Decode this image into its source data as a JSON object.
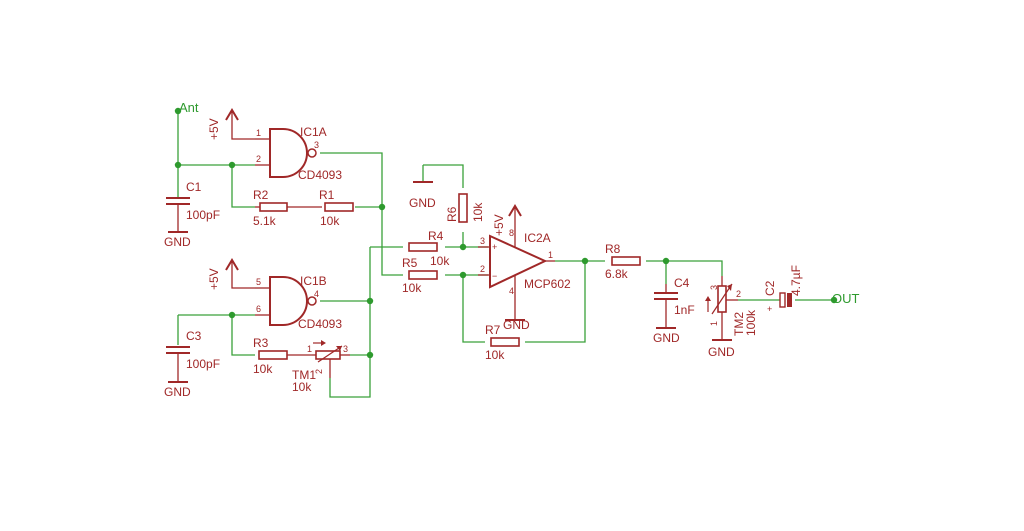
{
  "nets": {
    "ant": "Ant",
    "out": "OUT",
    "gnd": "GND",
    "vcc": "+5V"
  },
  "ic1a": {
    "name": "IC1A",
    "part": "CD4093",
    "pin_in1": "1",
    "pin_in2": "2",
    "pin_out": "3"
  },
  "ic1b": {
    "name": "IC1B",
    "part": "CD4093",
    "pin_in1": "5",
    "pin_in2": "6",
    "pin_out": "4"
  },
  "ic2a": {
    "name": "IC2A",
    "part": "MCP602",
    "pin_plus": "3",
    "pin_minus": "2",
    "pin_out": "1",
    "pin_vcc": "8",
    "pin_gnd": "4",
    "sign_plus": "+",
    "sign_minus": "−"
  },
  "c1": {
    "name": "C1",
    "value": "100pF"
  },
  "c3": {
    "name": "C3",
    "value": "100pF"
  },
  "c4": {
    "name": "C4",
    "value": "1nF"
  },
  "c2": {
    "name": "C2",
    "value": "4.7µF",
    "polarity": "+"
  },
  "r1": {
    "name": "R1",
    "value": "10k"
  },
  "r2": {
    "name": "R2",
    "value": "5.1k"
  },
  "r3": {
    "name": "R3",
    "value": "10k"
  },
  "r4": {
    "name": "R4",
    "value": "10k"
  },
  "r5": {
    "name": "R5",
    "value": "10k"
  },
  "r6": {
    "name": "R6",
    "value": "10k"
  },
  "r7": {
    "name": "R7",
    "value": "10k"
  },
  "r8": {
    "name": "R8",
    "value": "6.8k"
  },
  "tm1": {
    "name": "TM1",
    "value": "10k",
    "pin1": "1",
    "pin2": "2",
    "pin3": "3"
  },
  "tm2": {
    "name": "TM2",
    "value": "100k",
    "pin1": "1",
    "pin2": "2",
    "pin3": "3"
  },
  "colors": {
    "component": "#a02828",
    "wire": "#3aa13a",
    "net_label": "#2e9a2e",
    "background": "#ffffff"
  }
}
